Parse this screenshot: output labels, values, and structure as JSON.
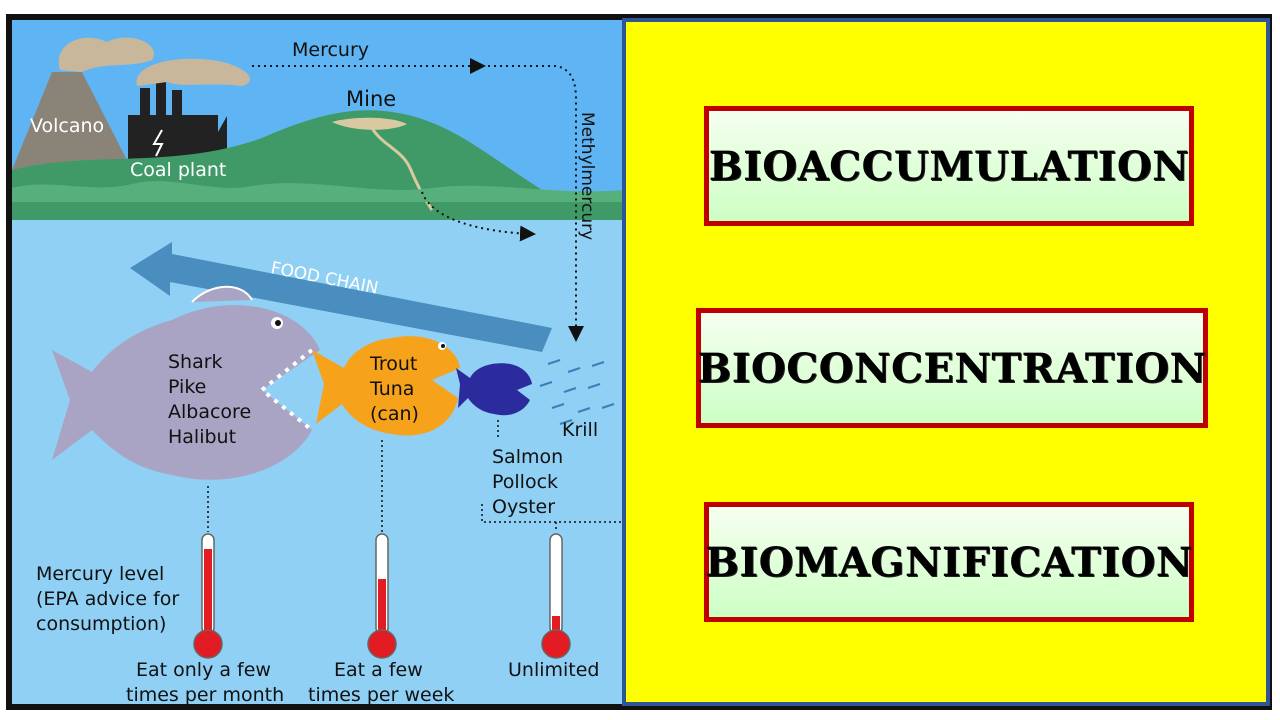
{
  "diagram": {
    "labels": {
      "volcano": "Volcano",
      "coal_plant": "Coal plant",
      "mercury": "Mercury",
      "mine": "Mine",
      "methylmercury": "Methylmercury",
      "food_chain": "FOOD CHAIN",
      "krill": "Krill",
      "mercury_level": [
        "Mercury level",
        "(EPA advice for",
        "consumption)"
      ]
    },
    "fish_groups": [
      {
        "names": [
          "Shark",
          "Pike",
          "Albacore",
          "Halibut"
        ],
        "color": "#a9a4c4",
        "advice": [
          "Eat only a few",
          "times per month"
        ],
        "mercury_fill": 0.85
      },
      {
        "names": [
          "Trout",
          "Tuna",
          "(can)"
        ],
        "color": "#f7a21b",
        "advice": [
          "Eat a few",
          "times per week"
        ],
        "mercury_fill": 0.55
      },
      {
        "names": [
          "Salmon",
          "Pollock",
          "Oyster"
        ],
        "color": "#2b2b9e",
        "advice": [
          "Unlimited"
        ],
        "mercury_fill": 0.18
      }
    ],
    "colors": {
      "sky": "#5fb5f3",
      "water": "#8fd0f4",
      "thermo_red": "#e31b23"
    }
  },
  "terms": [
    "BIOACCUMULATION",
    "BIOCONCENTRATION",
    "BIOMAGNIFICATION"
  ],
  "colors": {
    "panel_bg": "#ffff00",
    "panel_border": "#2f5597",
    "box_border": "#c00000"
  }
}
